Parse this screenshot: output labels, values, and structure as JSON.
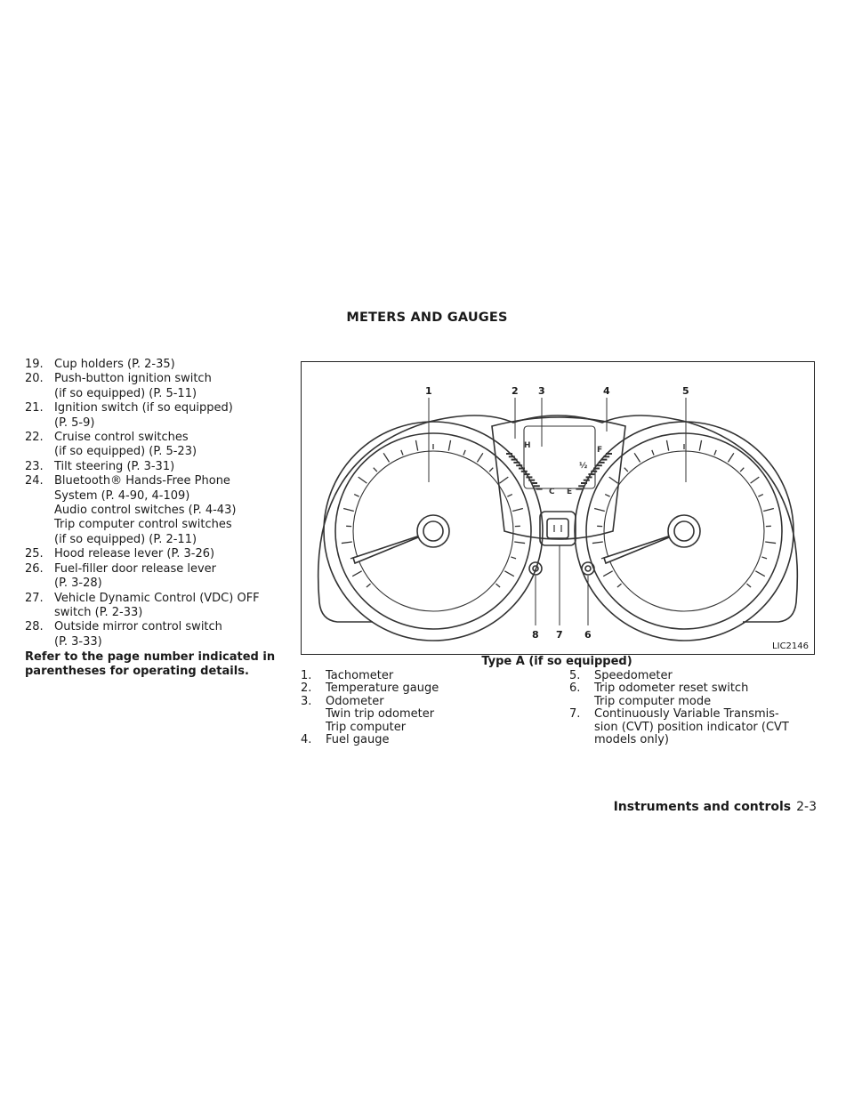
{
  "section_title": "METERS AND GAUGES",
  "list": [
    {
      "num": "19.",
      "lines": [
        "Cup holders (P. 2-35)"
      ]
    },
    {
      "num": "20.",
      "lines": [
        "Push-button ignition switch",
        "(if so equipped) (P. 5-11)"
      ]
    },
    {
      "num": "21.",
      "lines": [
        "Ignition switch (if so equipped)",
        "(P. 5-9)"
      ]
    },
    {
      "num": "22.",
      "lines": [
        "Cruise control switches",
        "(if so equipped) (P. 5-23)"
      ]
    },
    {
      "num": "23.",
      "lines": [
        "Tilt steering (P. 3-31)"
      ]
    },
    {
      "num": "24.",
      "lines": [
        "Bluetooth® Hands-Free Phone",
        "System (P. 4-90, 4-109)",
        "Audio control switches (P. 4-43)",
        "Trip computer control switches",
        "(if so equipped) (P. 2-11)"
      ]
    },
    {
      "num": "25.",
      "lines": [
        "Hood release lever (P. 3-26)"
      ]
    },
    {
      "num": "26.",
      "lines": [
        "Fuel-filler door release lever",
        "(P. 3-28)"
      ]
    },
    {
      "num": "27.",
      "lines": [
        "Vehicle Dynamic Control (VDC) OFF",
        "switch (P. 2-33)"
      ]
    },
    {
      "num": "28.",
      "lines": [
        "Outside mirror control switch",
        "(P. 3-33)"
      ]
    }
  ],
  "note": "Refer to the page number indicated in parentheses for operating details.",
  "figure": {
    "code": "LIC2146",
    "caption": "Type A (if so equipped)",
    "callouts": [
      "1",
      "2",
      "3",
      "4",
      "5",
      "6",
      "7",
      "8"
    ],
    "gauge_letters": {
      "hot": "H",
      "cold": "C",
      "full": "F",
      "half": "½",
      "empty": "E"
    }
  },
  "legend_left": [
    {
      "num": "1.",
      "lines": [
        "Tachometer"
      ]
    },
    {
      "num": "2.",
      "lines": [
        "Temperature gauge"
      ]
    },
    {
      "num": "3.",
      "lines": [
        "Odometer",
        "Twin trip odometer",
        "Trip computer"
      ]
    },
    {
      "num": "4.",
      "lines": [
        "Fuel gauge"
      ]
    }
  ],
  "legend_right": [
    {
      "num": "5.",
      "lines": [
        "Speedometer"
      ]
    },
    {
      "num": "6.",
      "lines": [
        "Trip odometer reset switch",
        "Trip computer mode"
      ]
    },
    {
      "num": "7.",
      "lines": [
        "Continuously Variable Transmis-",
        "sion (CVT) position indicator (CVT",
        "models only)"
      ]
    }
  ],
  "footer": {
    "section": "Instruments and controls",
    "page": "2-3"
  }
}
